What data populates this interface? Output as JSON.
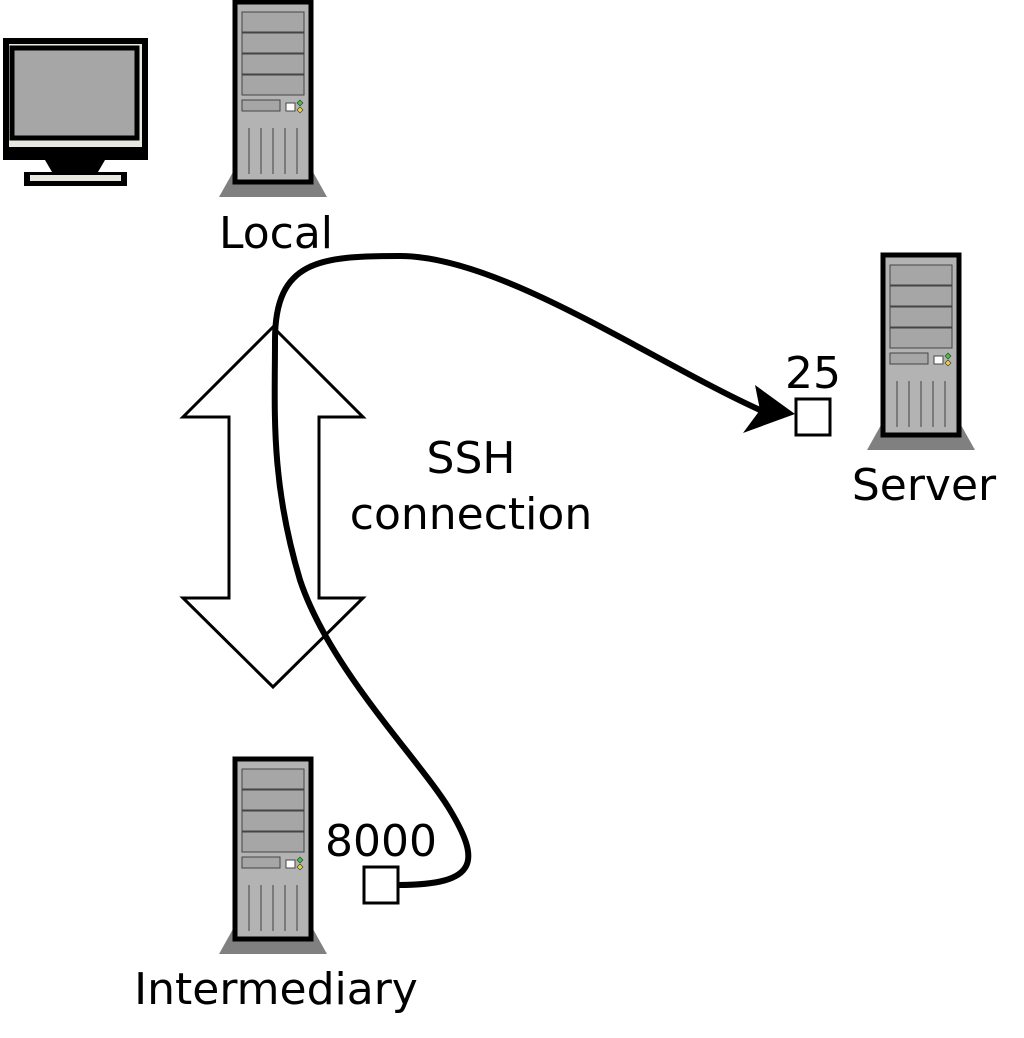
{
  "nodes": {
    "local": {
      "label": "Local"
    },
    "server": {
      "label": "Server"
    },
    "intermediary": {
      "label": "Intermediary"
    }
  },
  "ports": {
    "server_port": "25",
    "intermediary_port": "8000"
  },
  "connection": {
    "line1": "SSH",
    "line2": "connection"
  },
  "colors": {
    "case": "#b3b3b3",
    "case_dark": "#808080",
    "screen": "#a6a6a6",
    "stroke": "#000000",
    "led_green": "#3ec43e",
    "led_yellow": "#e6d43a"
  }
}
